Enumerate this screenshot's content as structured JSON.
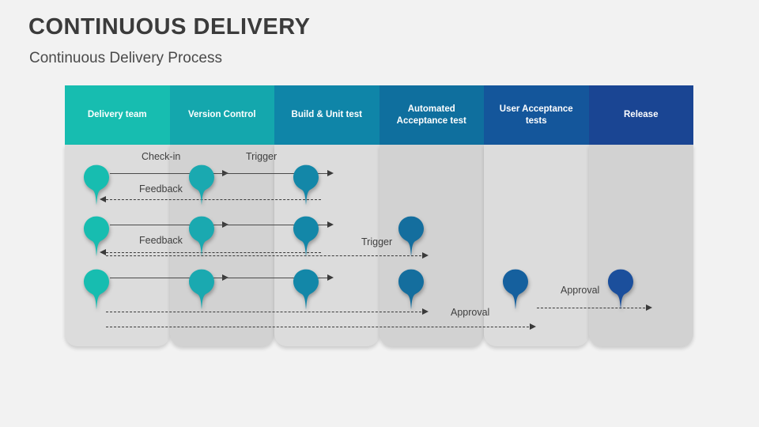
{
  "slide": {
    "title": "CONTINUOUS DELIVERY",
    "subtitle": "Continuous Delivery Process",
    "background_color": "#f2f2f2",
    "title_color": "#3b3b3b"
  },
  "columns": [
    {
      "label": "Delivery team",
      "header_color": "#17bdb0",
      "body_color": "#dcdcdc",
      "pin_color": "#17bdb0"
    },
    {
      "label": "Version Control",
      "header_color": "#14a7ad",
      "body_color": "#d2d2d2",
      "pin_color": "#1aa9b0"
    },
    {
      "label": "Build & Unit test",
      "header_color": "#0f85a8",
      "body_color": "#dcdcdc",
      "pin_color": "#1387a8"
    },
    {
      "label": "Automated\nAcceptance test",
      "header_color": "#0f6f9e",
      "body_color": "#d2d2d2",
      "pin_color": "#146e9e"
    },
    {
      "label": "User Acceptance\ntests",
      "header_color": "#14569b",
      "body_color": "#dcdcdc",
      "pin_color": "#15609e"
    },
    {
      "label": "Release",
      "header_color": "#1a4593",
      "body_color": "#d2d2d2",
      "pin_color": "#1b4f9c"
    }
  ],
  "pins": [
    {
      "id": "pin-delivery-1",
      "column": 0,
      "row": 0
    },
    {
      "id": "pin-delivery-2",
      "column": 0,
      "row": 1
    },
    {
      "id": "pin-delivery-3",
      "column": 0,
      "row": 2
    },
    {
      "id": "pin-version-1",
      "column": 1,
      "row": 0
    },
    {
      "id": "pin-version-2",
      "column": 1,
      "row": 1
    },
    {
      "id": "pin-version-3",
      "column": 1,
      "row": 2
    },
    {
      "id": "pin-build-1",
      "column": 2,
      "row": 0
    },
    {
      "id": "pin-build-2",
      "column": 2,
      "row": 1
    },
    {
      "id": "pin-build-3",
      "column": 2,
      "row": 2
    },
    {
      "id": "pin-automated-1",
      "column": 3,
      "row": 1
    },
    {
      "id": "pin-automated-2",
      "column": 3,
      "row": 2
    },
    {
      "id": "pin-uat-1",
      "column": 4,
      "row": 2
    },
    {
      "id": "pin-release-1",
      "column": 5,
      "row": 2
    }
  ],
  "connector_labels": {
    "check_in": "Check-in",
    "trigger_1": "Trigger",
    "trigger_2": "Trigger",
    "feedback_1": "Feedback",
    "feedback_2": "Feedback",
    "approval_1": "Approval",
    "approval_2": "Approval"
  }
}
